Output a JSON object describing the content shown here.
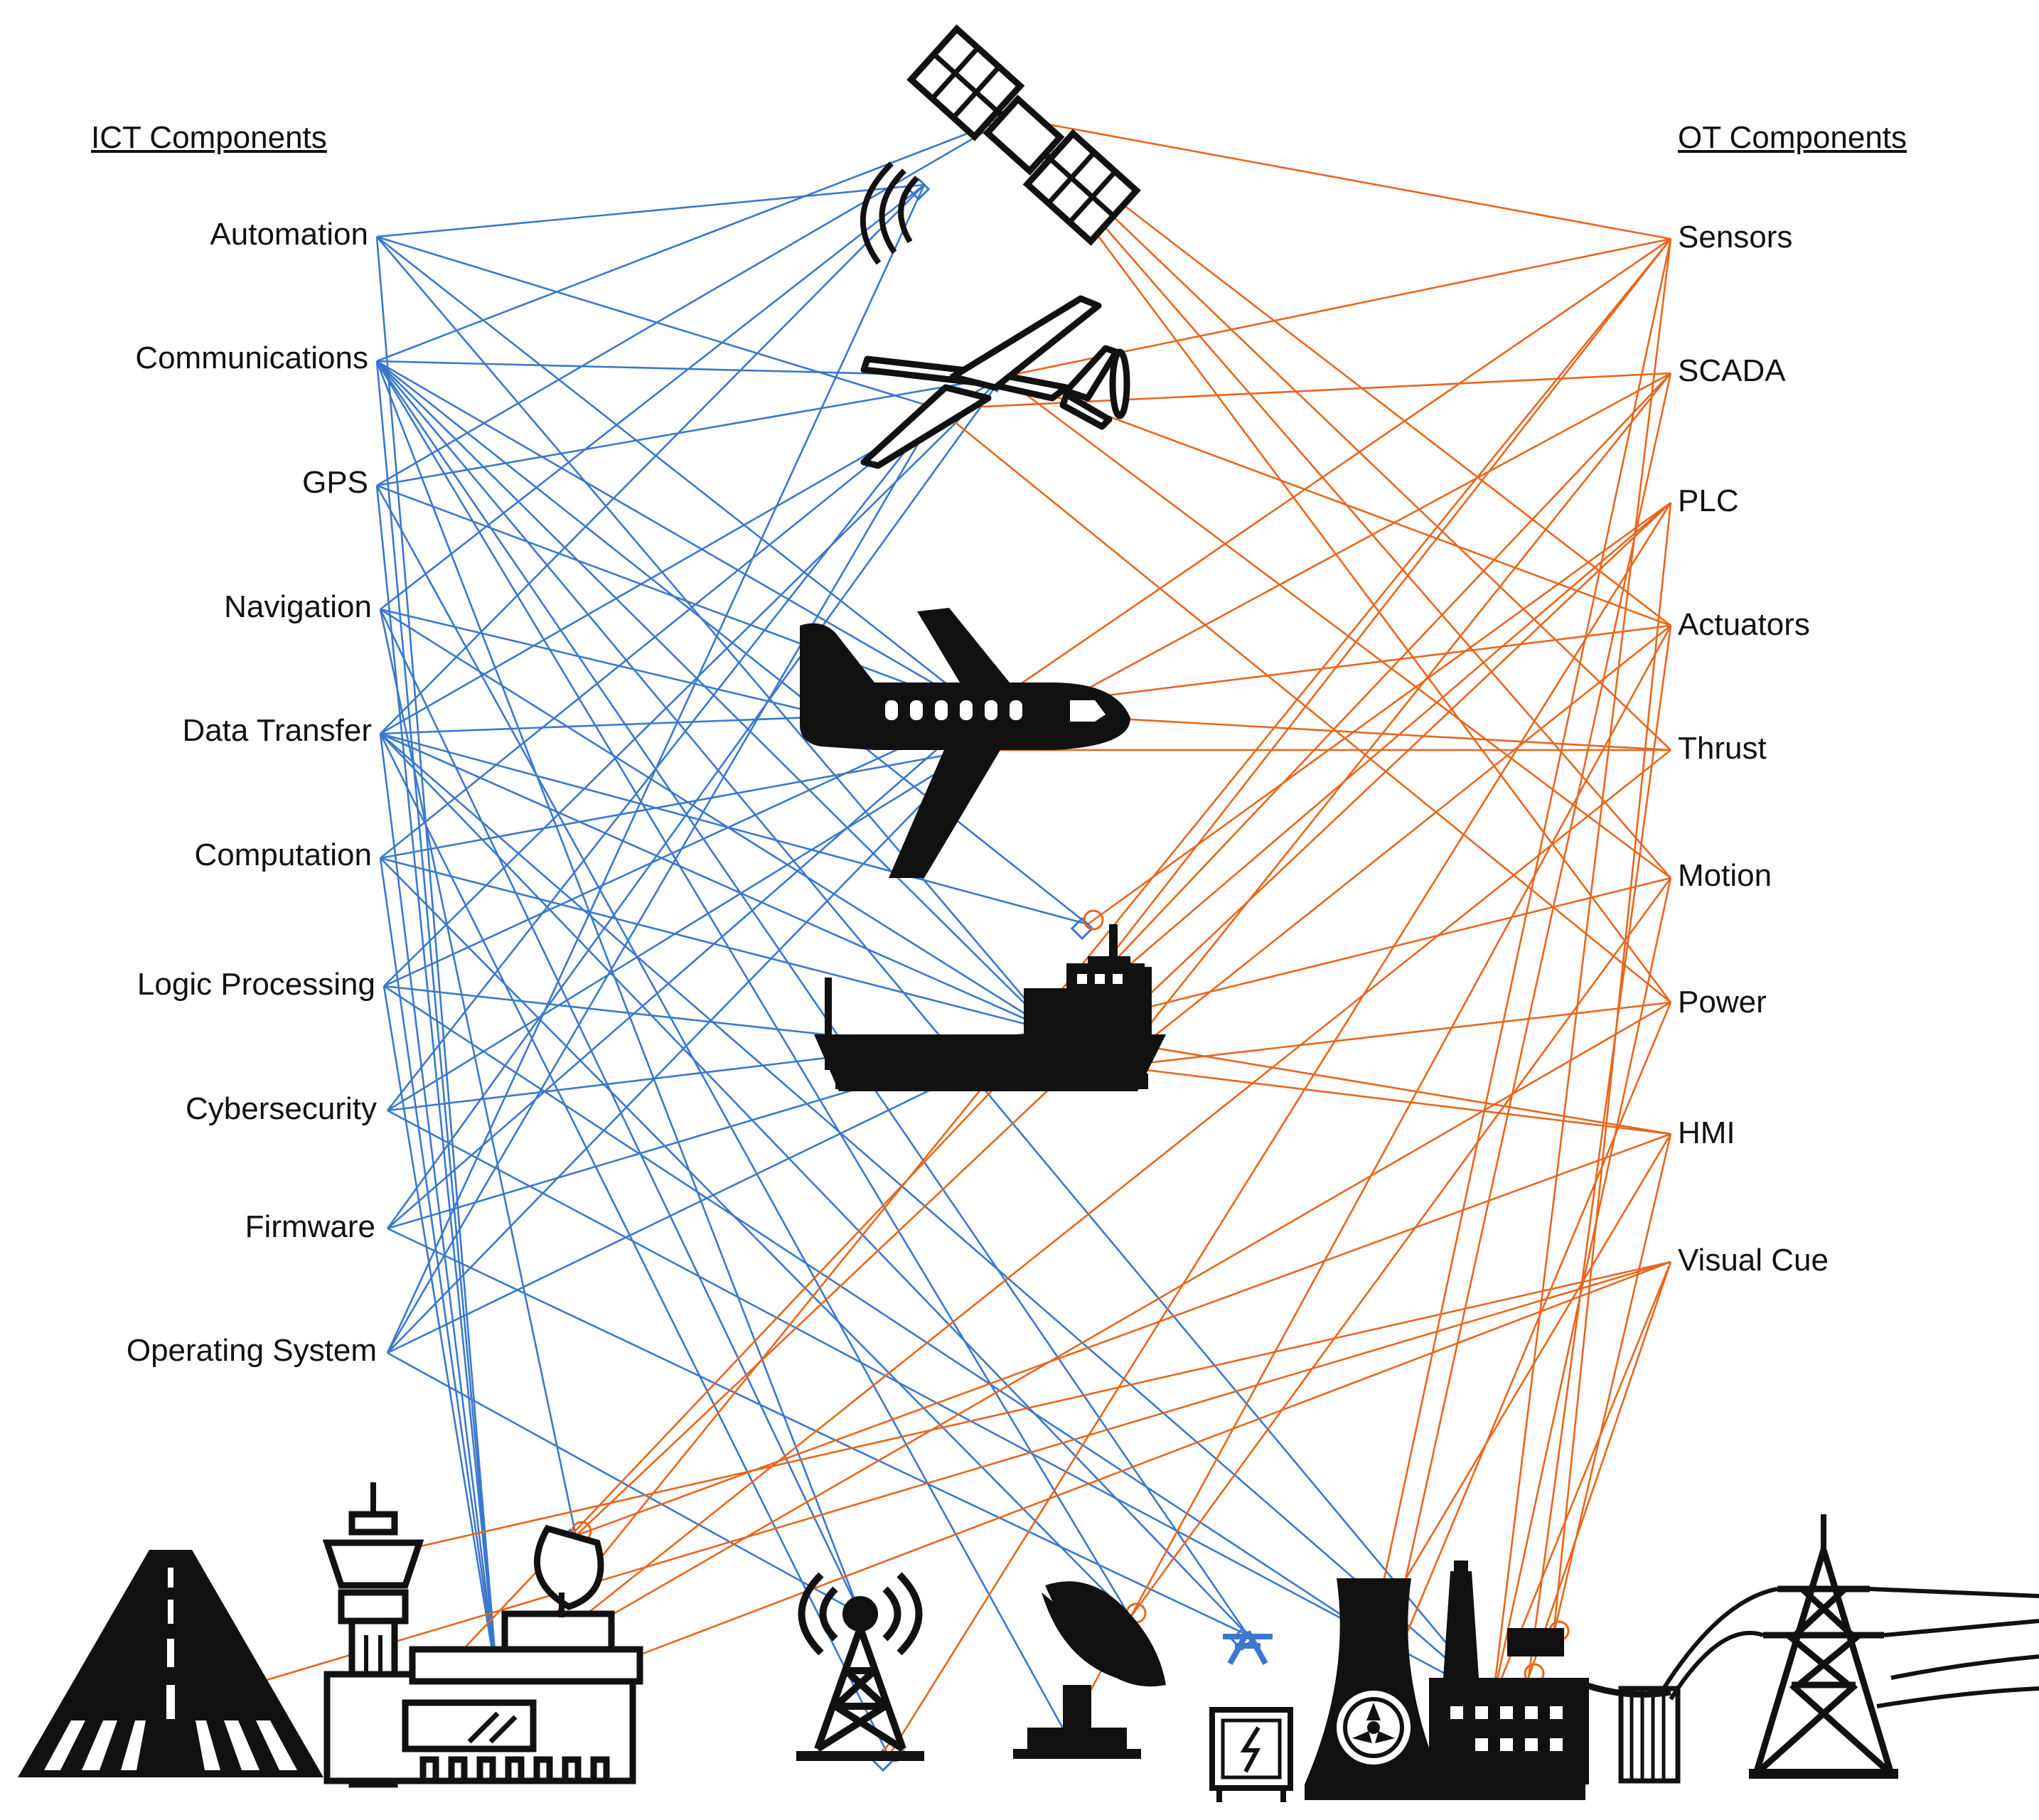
{
  "headers": {
    "ict": "ICT Components",
    "ot": "OT Components"
  },
  "ict_components": [
    "Automation",
    "Communications",
    "GPS",
    "Navigation",
    "Data Transfer",
    "Computation",
    "Logic Processing",
    "Cybersecurity",
    "Firmware",
    "Operating System"
  ],
  "ot_components": [
    "Sensors",
    "SCADA",
    "PLC",
    "Actuators",
    "Thrust",
    "Motion",
    "Power",
    "HMI",
    "Visual Cue"
  ],
  "assets": [
    {
      "icon": "satellite-icon"
    },
    {
      "icon": "drone-icon"
    },
    {
      "icon": "airplane-icon"
    },
    {
      "icon": "ship-icon"
    },
    {
      "icon": "runway-icon"
    },
    {
      "icon": "control-tower-icon"
    },
    {
      "icon": "radar-building-icon"
    },
    {
      "icon": "cell-tower-icon"
    },
    {
      "icon": "satellite-dish-icon"
    },
    {
      "icon": "transformer-icon"
    },
    {
      "icon": "power-plant-icon"
    },
    {
      "icon": "factory-icon"
    },
    {
      "icon": "power-pylon-icon"
    }
  ],
  "colors": {
    "ict_lines": "#3a78cc",
    "ot_lines": "#e8661c",
    "icons": "#111111"
  }
}
